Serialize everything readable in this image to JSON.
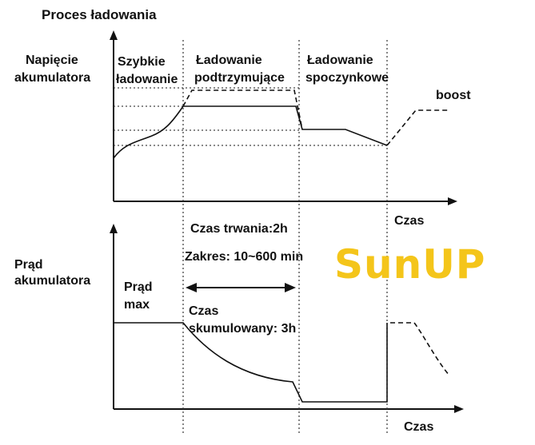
{
  "title": "Proces ładowania",
  "top_chart": {
    "y_label_line1": "Napięcie",
    "y_label_line2": "akumulatora",
    "x_label": "Czas",
    "phase1_line1": "Szybkie",
    "phase1_line2": "ładowanie",
    "phase2_line1": "Ładowanie",
    "phase2_line2": "podtrzymujące",
    "phase3_line1": "Ładowanie",
    "phase3_line2": "spoczynkowe",
    "boost_label": "boost"
  },
  "info": {
    "duration": "Czas trwania:2h",
    "range": "Zakres: 10~600 min",
    "cumulative_line1": "Czas",
    "cumulative_line2": "skumulowany: 3h"
  },
  "bottom_chart": {
    "y_label_line1": "Prąd",
    "y_label_line2": "akumulatora",
    "max_label_line1": "Prąd",
    "max_label_line2": "max",
    "x_label": "Czas"
  },
  "brand": "SunUP"
}
